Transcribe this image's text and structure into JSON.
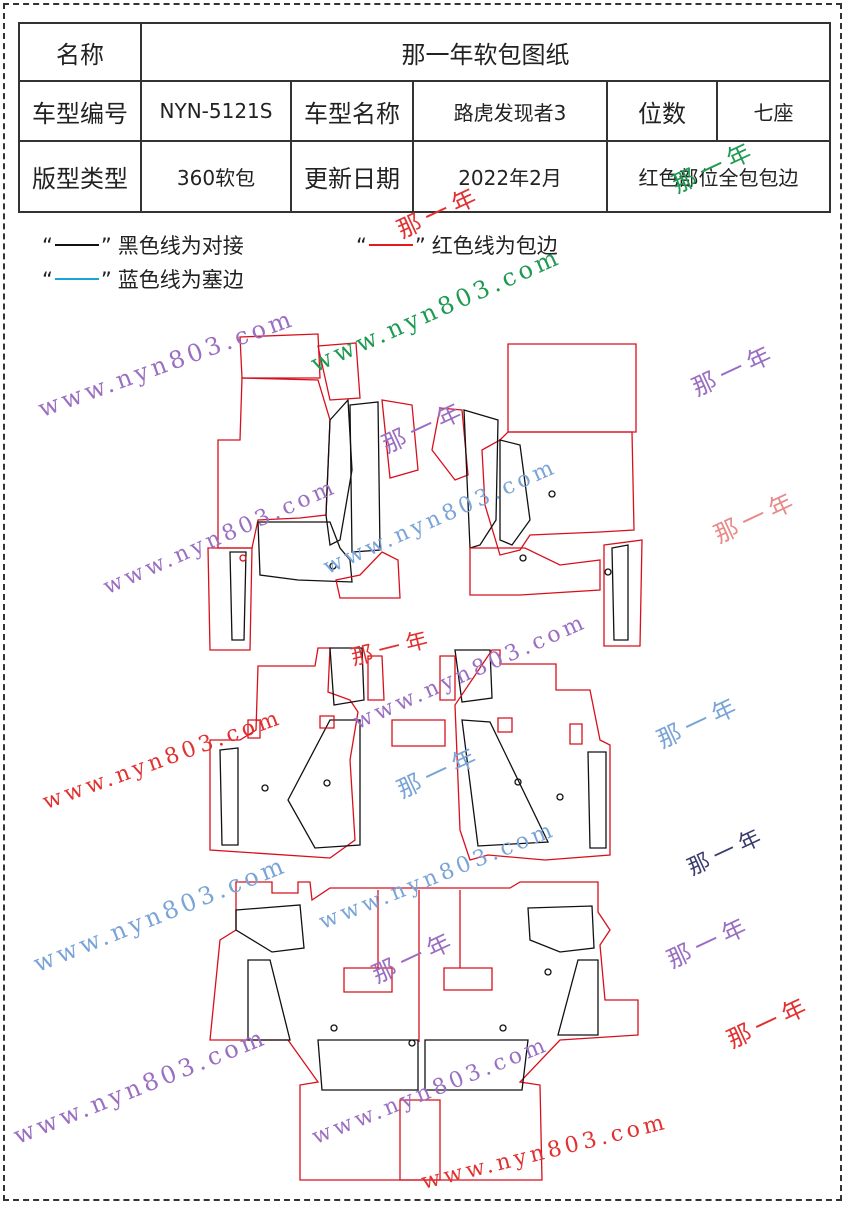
{
  "title_label": "名称",
  "title_value": "那一年软包图纸",
  "rows": [
    {
      "label1": "车型编号",
      "value1": "NYN-5121S",
      "label2": "车型名称",
      "value2": "路虎发现者3",
      "label3": "位数",
      "value3": "七座"
    },
    {
      "label1": "版型类型",
      "value1": "360软包",
      "label2": "更新日期",
      "value2": "2022年2月",
      "note": "红色部位全包包边"
    }
  ],
  "legend": {
    "black": {
      "q1": "“",
      "q2": "”",
      "text": "黑色线为对接",
      "color": "#111111"
    },
    "red": {
      "q1": "“",
      "q2": "”",
      "text": "红色线为包边",
      "color": "#e41b1b"
    },
    "blue": {
      "q1": "“",
      "q2": "”",
      "text": "蓝色线为塞边",
      "color": "#1aa3d9"
    }
  },
  "watermarks": {
    "site": "www.nyn803.com",
    "brand": "那一年"
  },
  "colors": {
    "outline_red": "#d8101c",
    "outline_black": "#111111",
    "wm_purple": "#9a6fc2",
    "wm_green": "#1f9a52",
    "wm_red": "#e23030",
    "wm_blue": "#7aa4d8",
    "wm_navy": "#3b3b6e"
  }
}
